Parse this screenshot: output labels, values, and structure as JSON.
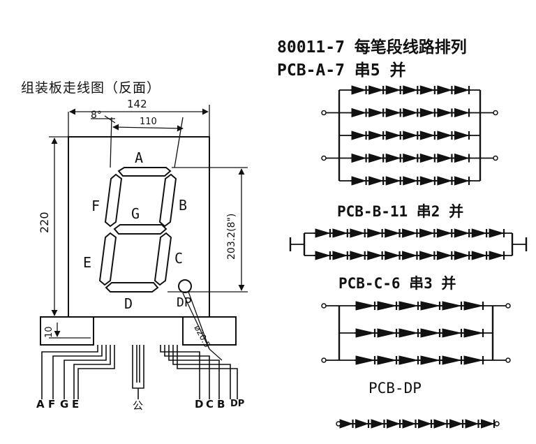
{
  "left_title": "组装板走线图（反面）",
  "right_title": "80011-7 每笔段线路排列",
  "dimensions": {
    "width_outer": "142",
    "width_inner": "110",
    "height": "220",
    "digit_height": "203.2(8\")",
    "angle": "8°",
    "bottom": "10",
    "dp_diameter": "ø20.5"
  },
  "segments": [
    "A",
    "B",
    "C",
    "D",
    "E",
    "F",
    "G",
    "DP"
  ],
  "pins": [
    "A",
    "F",
    "G",
    "E",
    "公",
    "D",
    "C",
    "B",
    "DP"
  ],
  "pcb": [
    {
      "label": "PCB-A-7 串5 并",
      "series": 7,
      "parallel": 5
    },
    {
      "label": "PCB-B-11 串2 并",
      "series": 11,
      "parallel": 2
    },
    {
      "label": "PCB-C-6 串3 并",
      "series": 6,
      "parallel": 3
    },
    {
      "label": "PCB-DP",
      "series": 10,
      "parallel": 1
    }
  ]
}
